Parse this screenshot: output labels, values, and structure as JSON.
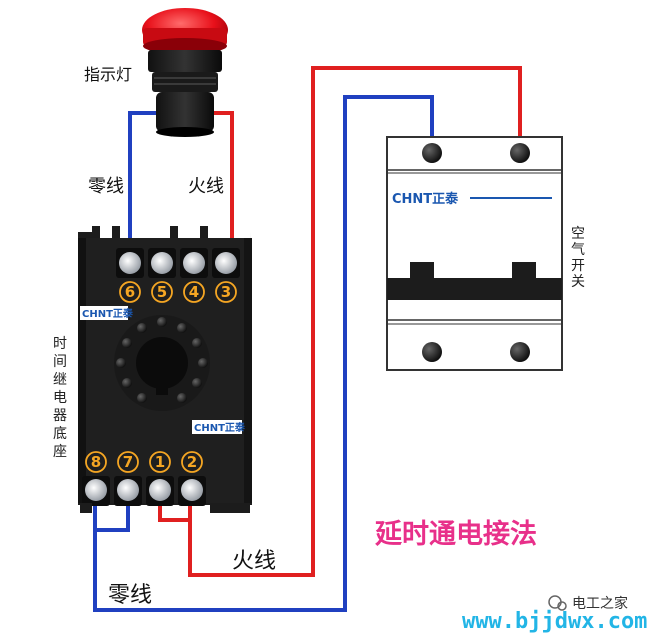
{
  "labels": {
    "indicator_lamp": "指示灯",
    "neutral_top": "零线",
    "live_top": "火线",
    "relay_base": "时间继电器底座",
    "air_switch": "空气开关",
    "title": "延时通电接法",
    "live_bottom": "火线",
    "neutral_bottom": "零线",
    "watermark": "电工之家",
    "website": "www.bjjdwx.com"
  },
  "brand": {
    "relay_top": "CHNT正泰",
    "relay_bottom": "CHNT正泰",
    "breaker": "CHNT正泰"
  },
  "relay_terminals": {
    "top": [
      "6",
      "5",
      "4",
      "3"
    ],
    "bottom": [
      "8",
      "7",
      "1",
      "2"
    ]
  },
  "colors": {
    "live_wire": "#e02020",
    "neutral_wire": "#2040c0",
    "title": "#e8308a",
    "website": "#22b5e6",
    "terminal_number": "#f5a623",
    "relay_body": "#1c1c1c",
    "lamp_cap": "#e8101a"
  }
}
